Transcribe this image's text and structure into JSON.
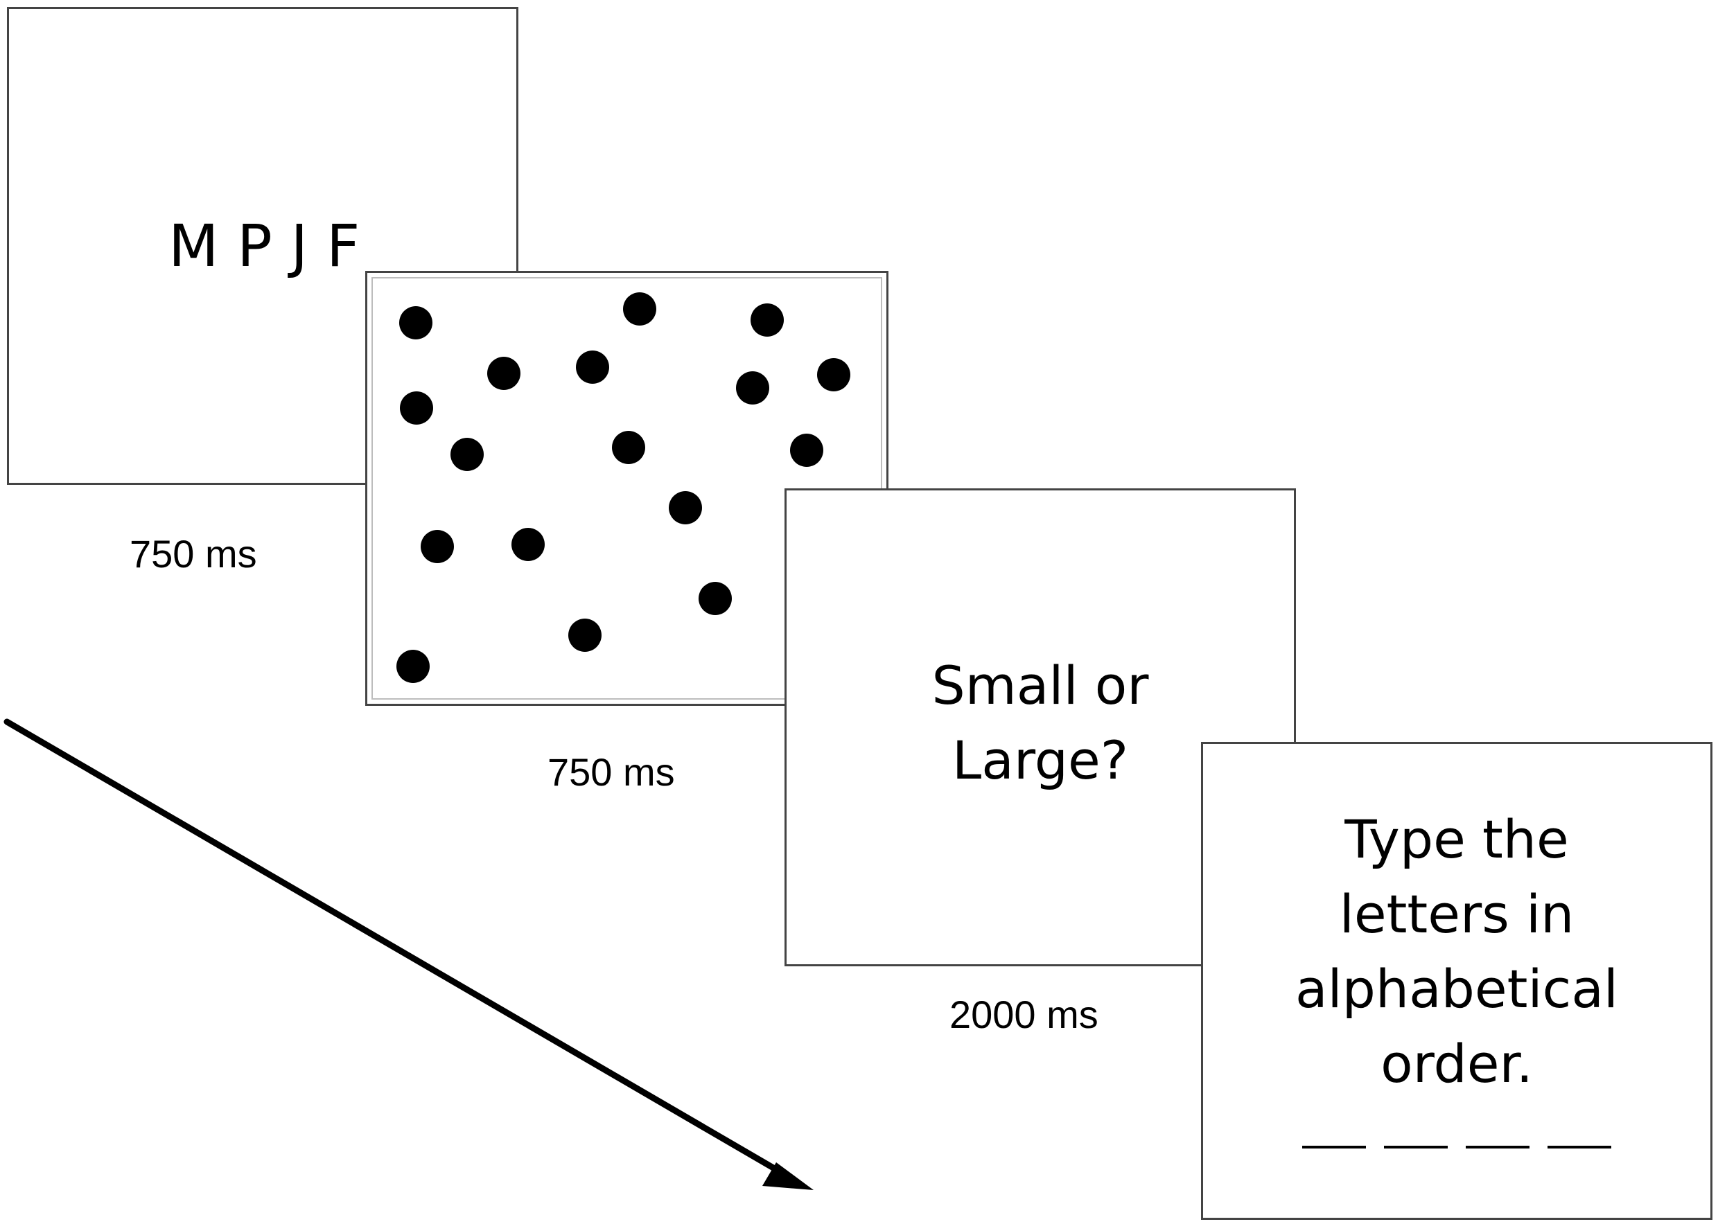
{
  "screens": [
    {
      "id": "letters",
      "text": "M P J F",
      "duration": "750 ms"
    },
    {
      "id": "dots",
      "duration": "750 ms",
      "dot_count": 20
    },
    {
      "id": "question",
      "text": "Small or\nLarge?",
      "duration": "2000 ms"
    },
    {
      "id": "recall",
      "text": "Type the\nletters in\nalphabetical\norder.",
      "blank_count": 4
    }
  ],
  "colors": {
    "frame": "#444444",
    "dot": "#000000",
    "arrow": "#000000",
    "text": "#000000"
  }
}
